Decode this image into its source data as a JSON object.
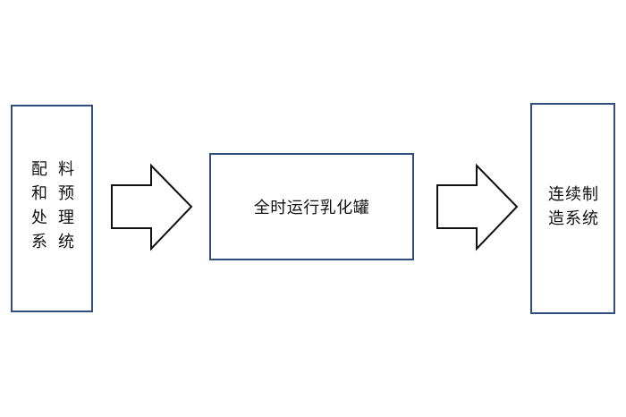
{
  "diagram": {
    "left_box": {
      "col1": "配和处系",
      "col2": "料预理统"
    },
    "center_box": {
      "label": "全时运行乳化罐"
    },
    "right_box": {
      "line1": "连续制",
      "line2": "造系统"
    },
    "colors": {
      "box_border": "#2f4f7f",
      "arrow_stroke": "#111111",
      "text": "#111111"
    }
  }
}
